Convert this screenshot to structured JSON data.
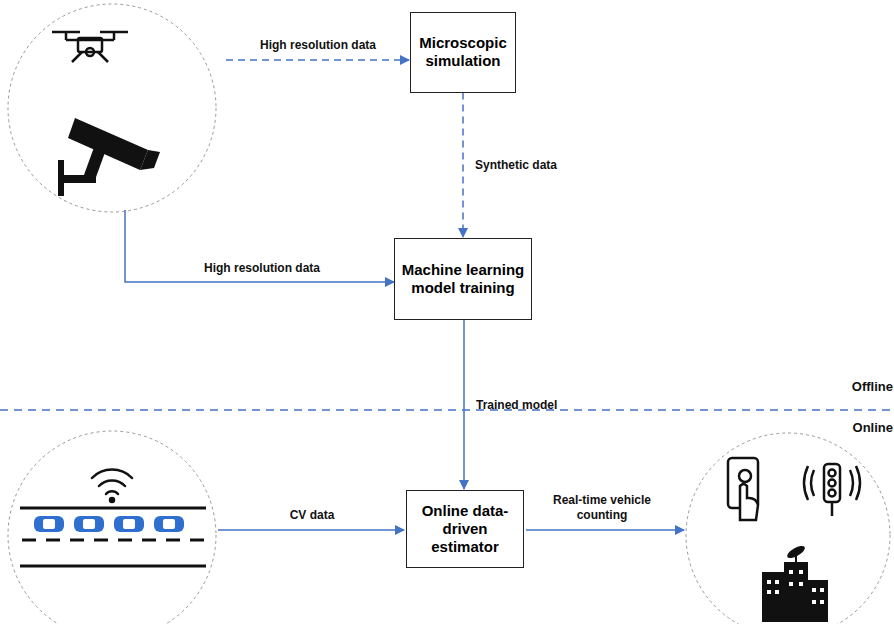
{
  "diagram": {
    "nodes": [
      {
        "text": [
          "Microscopic simulation"
        ]
      },
      {
        "text": [
          "Machine learning model training"
        ]
      },
      {
        "text": [
          "Online data-driven estimator"
        ]
      }
    ],
    "edges": [
      {
        "from": 0,
        "to": 1,
        "label": "Synthetic data",
        "arrow": "to"
      },
      {
        "from": 1,
        "to": 2,
        "label": "Trained model",
        "arrow": "to"
      }
    ],
    "labels": [
      "High resolution data",
      "High resolution data",
      "CV data",
      "Real-time vehicle counting",
      "Offline",
      "Online"
    ]
  }
}
